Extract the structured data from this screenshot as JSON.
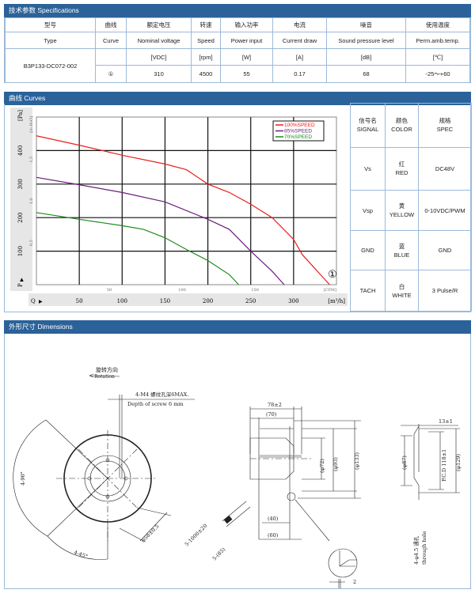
{
  "specifications": {
    "title": "技术参数  Specifications",
    "headers_cn": [
      "型号",
      "曲线",
      "额定电压",
      "转速",
      "输入功率",
      "电流",
      "噪音",
      "使用温度"
    ],
    "headers_en": [
      "Type",
      "Curve",
      "Nominal voltage",
      "Speed",
      "Power input",
      "Current draw",
      "Sound pressure level",
      "Perm.amb.temp."
    ],
    "units": [
      "[VDC]",
      "[rpm]",
      "[W]",
      "[A]",
      "[dB]",
      "[℃]"
    ],
    "model": "B3P133-DC072-002",
    "values": [
      "①",
      "310",
      "4500",
      "55",
      "0.17",
      "68",
      "-25～+60"
    ]
  },
  "curves": {
    "title": "曲线 Curves"
  },
  "chart_data": {
    "type": "line",
    "title": "",
    "xlabel": "[m³/h]",
    "ylabel": "[Pa]",
    "x_label_prefix": "Q",
    "y_label_prefix": "P",
    "xlim": [
      0,
      350
    ],
    "ylim": [
      0,
      500
    ],
    "x_ticks": [
      50,
      100,
      150,
      200,
      250,
      300
    ],
    "y_ticks": [
      100,
      200,
      300,
      400
    ],
    "secondary_x": {
      "label": "[CFM]",
      "ticks": [
        "50",
        "100",
        "150"
      ],
      "values_m3h": [
        85,
        170,
        255
      ]
    },
    "secondary_y": {
      "label": "[in H₂O]",
      "ticks": [
        "0,5",
        "1,0",
        "1,5"
      ],
      "values_pa": [
        124.5,
        249,
        373.5
      ]
    },
    "grid": true,
    "legend_position": "top-right",
    "curve_marker": "①",
    "series": [
      {
        "name": "100%SPEED",
        "color": "#e8201c",
        "x": [
          0,
          50,
          100,
          150,
          175,
          200,
          225,
          250,
          275,
          300,
          310,
          342
        ],
        "y": [
          444,
          416,
          386,
          360,
          343,
          300,
          275,
          240,
          200,
          135,
          90,
          0
        ]
      },
      {
        "name": "85%SPEED",
        "color": "#6a1e7a",
        "x": [
          0,
          50,
          100,
          150,
          200,
          225,
          250,
          275,
          289
        ],
        "y": [
          320,
          298,
          275,
          247,
          195,
          165,
          100,
          40,
          0
        ]
      },
      {
        "name": "70%SPEED",
        "color": "#1e8a1e",
        "x": [
          0,
          50,
          100,
          125,
          150,
          175,
          200,
          225,
          236
        ],
        "y": [
          215,
          195,
          176,
          165,
          140,
          105,
          72,
          30,
          0
        ]
      }
    ]
  },
  "signals": {
    "headers": {
      "signal": [
        "信号名",
        "SIGNAL"
      ],
      "color": [
        "颜色",
        "COLOR"
      ],
      "spec": [
        "规格",
        "SPEC"
      ]
    },
    "rows": [
      {
        "signal": "Vs",
        "color_cn": "红",
        "color_en": "RED",
        "spec": "DC48V"
      },
      {
        "signal": "Vsp",
        "color_cn": "黄",
        "color_en": "YELLOW",
        "spec": "0-10VDC/PWM"
      },
      {
        "signal": "GND",
        "color_cn": "蓝",
        "color_en": "BLUE",
        "spec": "GND"
      },
      {
        "signal": "TACH",
        "color_cn": "白",
        "color_en": "WHITE",
        "spec": "3 Pulse/R"
      }
    ]
  },
  "dimensions": {
    "title": "外形尺寸  Dimensions",
    "rotation_cn": "旋转方向",
    "rotation_en": "Rotation",
    "screw_cn": "4-M4 螺纹孔深6MAX.",
    "screw_en": "Depth of screw 6 mm",
    "angle_90": "4-90°",
    "angle_45": "4-45°",
    "dia58": "φ58±0.5",
    "cable_len": "5-1000±20",
    "cable_85": "5-(85)",
    "w78": "78±2",
    "w70": "(70)",
    "w40": "(40)",
    "w60": "(60)",
    "d72": "(φ72)",
    "d93": "(φ93)",
    "d133": "(φ133)",
    "t13": "13±1",
    "d87": "(φ87)",
    "pcd": "P.C.D 118±1",
    "d129": "(φ129)",
    "hole_cn": "4-φ4.5 通孔",
    "hole_en": "through hole",
    "gap": "2"
  }
}
